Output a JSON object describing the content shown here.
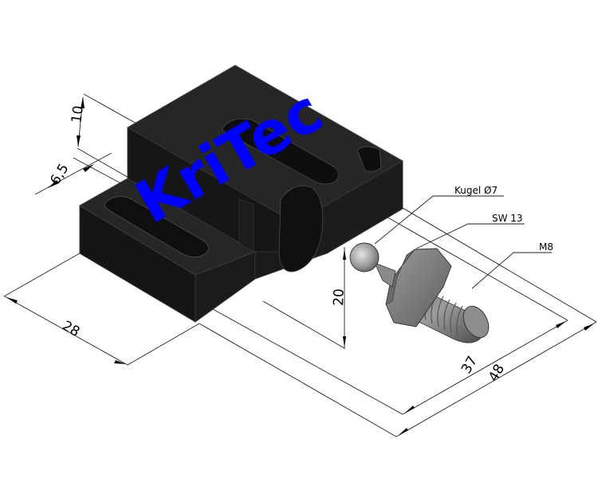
{
  "drawing": {
    "type": "isometric technical drawing",
    "background": "#ffffff",
    "part_color": "#1e1e1e",
    "stud_color": "#8c8c8c"
  },
  "watermark": {
    "text": "KriTec",
    "color": "#0000ff"
  },
  "dimensions": {
    "height_top_step": "10",
    "step_width": "6,5",
    "depth": "28",
    "ball_height": "20",
    "length_inner": "37",
    "length_overall": "48"
  },
  "callouts": {
    "ball": "Kugel Ø7",
    "wrench_size": "SW 13",
    "thread": "M8"
  }
}
